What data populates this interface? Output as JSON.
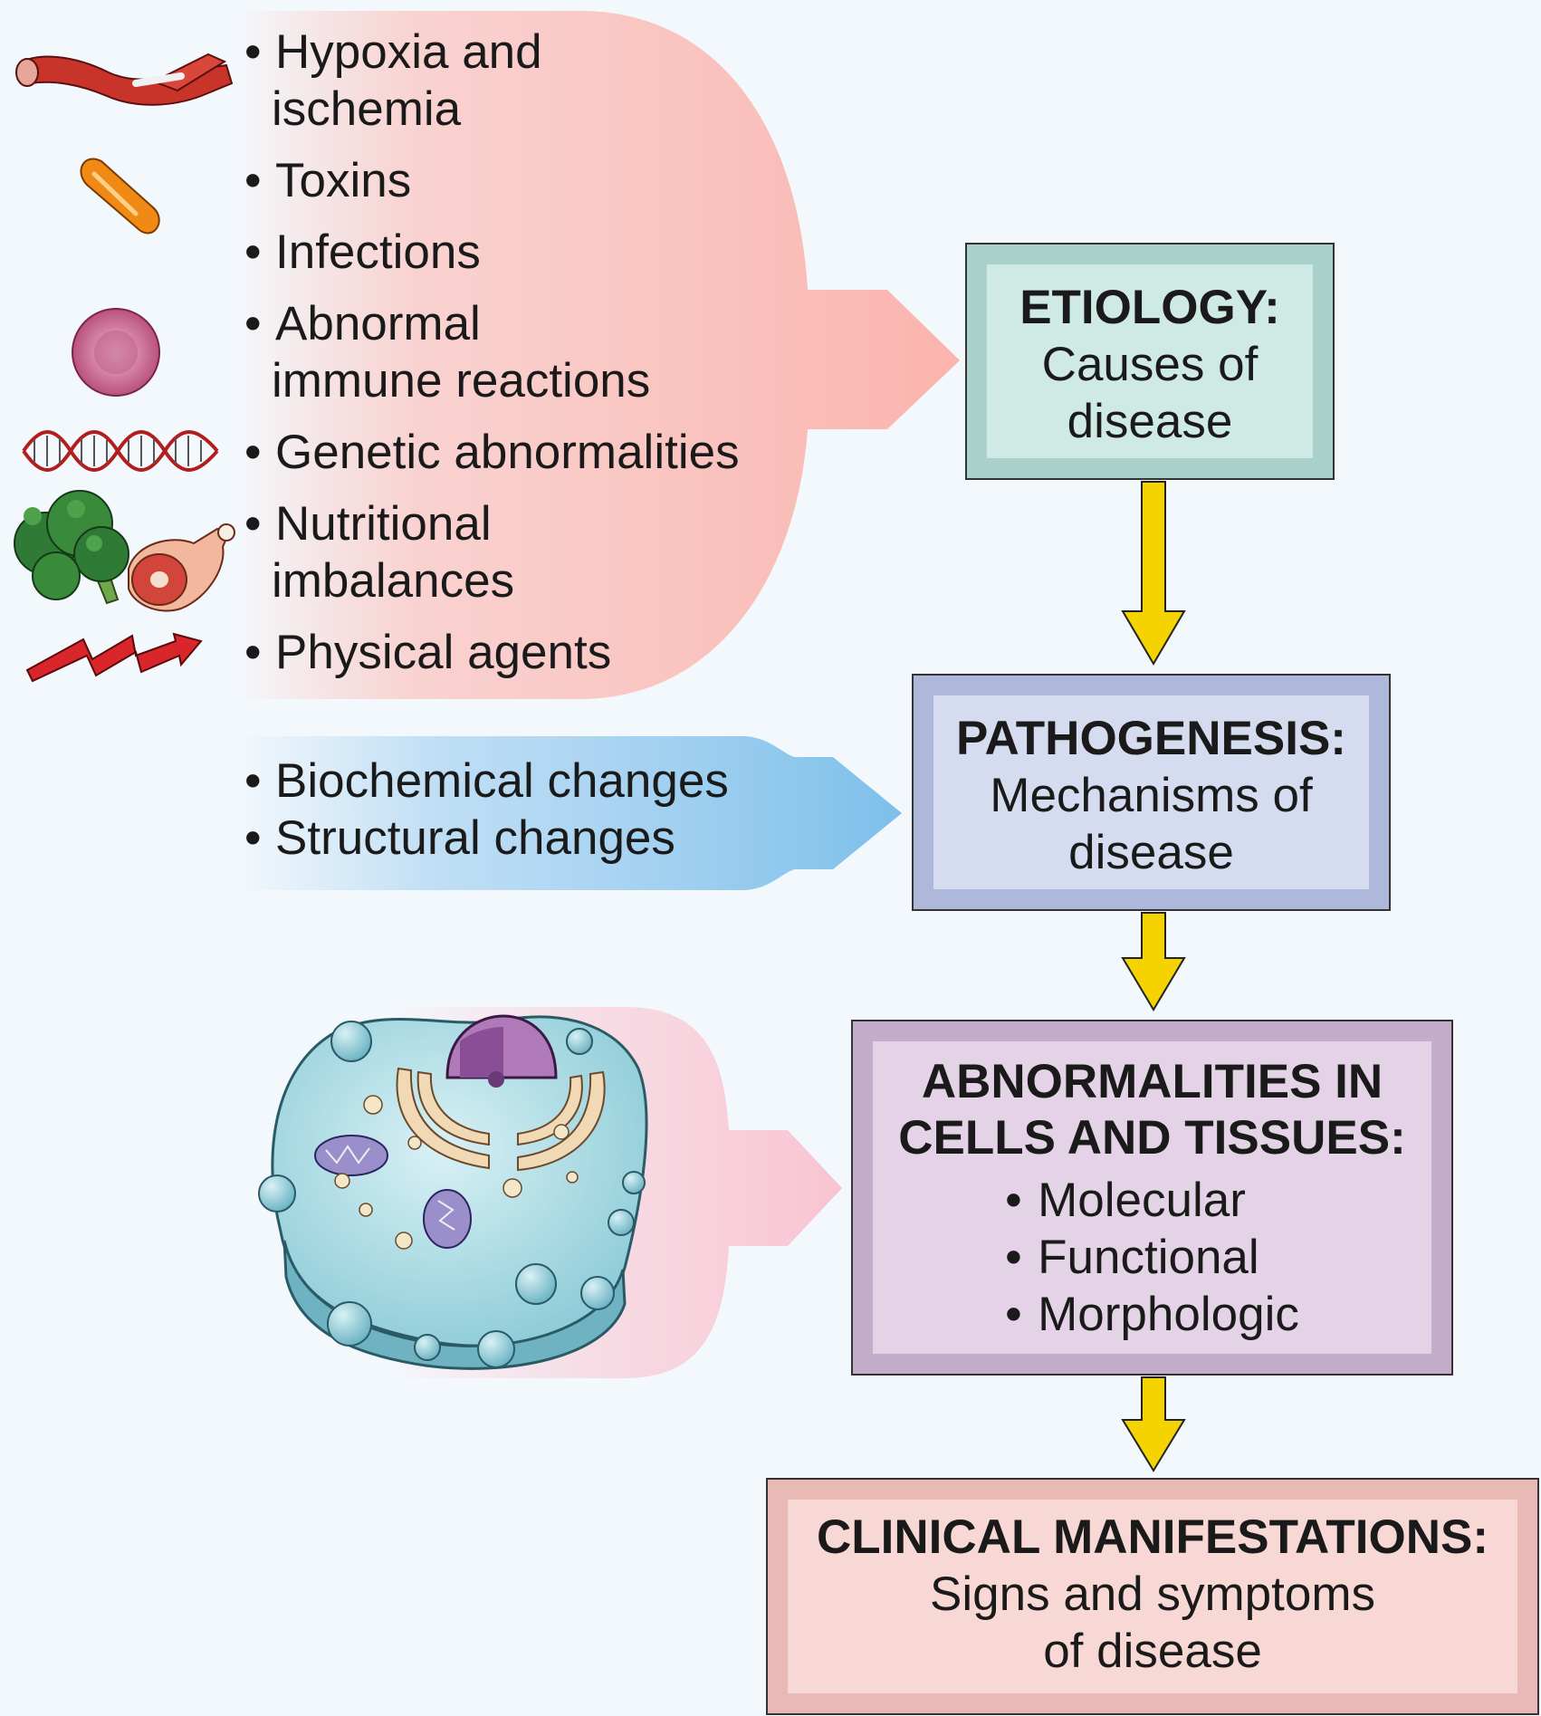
{
  "causes": {
    "items": [
      {
        "line1": "Hypoxia and",
        "line2": "ischemia"
      },
      {
        "line1": "Toxins",
        "line2": ""
      },
      {
        "line1": "Infections",
        "line2": ""
      },
      {
        "line1": "Abnormal",
        "line2": "immune reactions"
      },
      {
        "line1": "Genetic abnormalities",
        "line2": ""
      },
      {
        "line1": "Nutritional",
        "line2": "imbalances"
      },
      {
        "line1": "Physical agents",
        "line2": ""
      }
    ],
    "icons": [
      "blood-vessel-icon",
      "capsule-icon",
      "cell-icon",
      "dna-icon",
      "broccoli-icon",
      "ham-icon",
      "lightning-bolt-icon"
    ]
  },
  "mechanisms": {
    "items": [
      "Biochemical changes",
      "Structural changes"
    ]
  },
  "stages": {
    "etiology": {
      "title": "ETIOLOGY:",
      "lines": [
        "Causes of",
        "disease"
      ]
    },
    "pathogenesis": {
      "title": "PATHOGENESIS:",
      "lines": [
        "Mechanisms of",
        "disease"
      ]
    },
    "abnormalities": {
      "title_lines": [
        "ABNORMALITIES IN",
        "CELLS AND TISSUES:"
      ],
      "items": [
        "Molecular",
        "Functional",
        "Morphologic"
      ]
    },
    "clinical": {
      "title": "CLINICAL MANIFESTATIONS:",
      "lines": [
        "Signs and symptoms",
        "of disease"
      ]
    }
  },
  "colors": {
    "cause_arrow": "#fbb9b4",
    "mechanism_arrow": "#7dbfea",
    "cell_arrow": "#f9c9d6",
    "flow_arrow": "#f5d300",
    "etiology_box": "#cfe9e5",
    "pathogenesis_box": "#d6dcef",
    "abnormalities_box": "#e4d3e6",
    "clinical_box": "#f7d8d4"
  }
}
